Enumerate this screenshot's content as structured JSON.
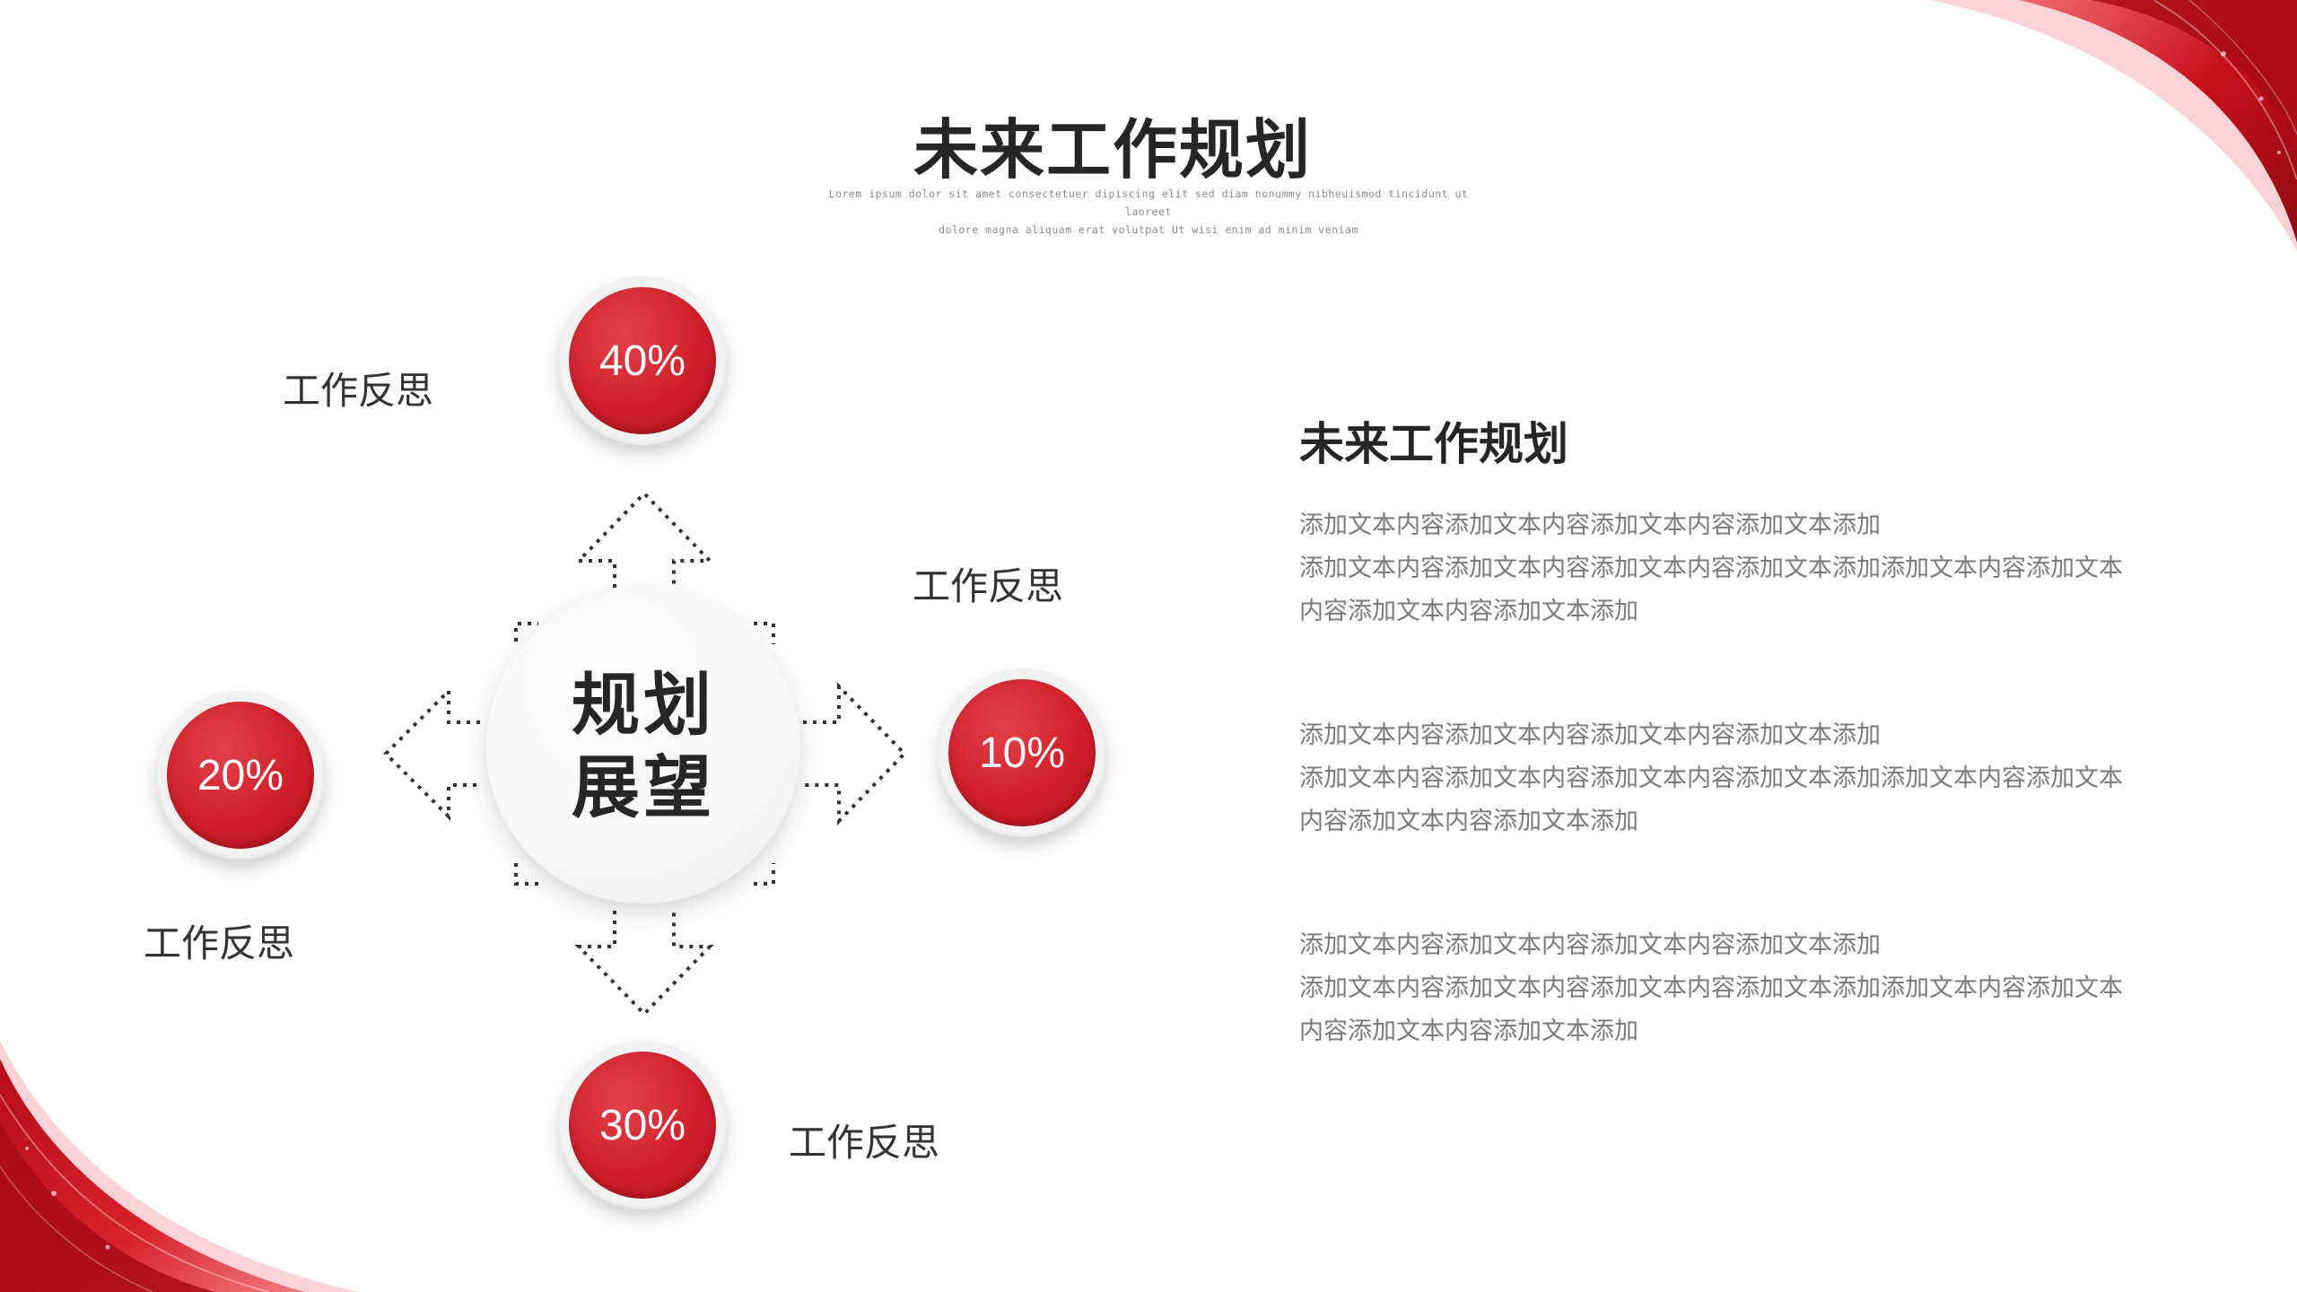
{
  "header": {
    "title": "未来工作规划",
    "subtitle_lines": [
      "Lorem ipsum dolor sit amet  consectetuer dipiscing elit sed diam nonummy nibheuismod tincidunt ut laoreet",
      "dolore magna aliquam erat volutpat Ut wisi enim ad minim veniam"
    ]
  },
  "diagram": {
    "center_lines": [
      "规划",
      "展望"
    ],
    "nodes": [
      {
        "id": "top",
        "value": "40%",
        "label": "工作反思"
      },
      {
        "id": "right",
        "value": "10%",
        "label": "工作反思"
      },
      {
        "id": "bottom",
        "value": "30%",
        "label": "工作反思"
      },
      {
        "id": "left",
        "value": "20%",
        "label": "工作反思"
      }
    ]
  },
  "right_panel": {
    "heading": "未来工作规划",
    "paragraphs": [
      [
        "添加文本内容添加文本内容添加文本内容添加文本添加",
        "添加文本内容添加文本内容添加文本内容添加文本添加添加文本内容添加文本",
        "内容添加文本内容添加文本添加"
      ],
      [
        "添加文本内容添加文本内容添加文本内容添加文本添加",
        "添加文本内容添加文本内容添加文本内容添加文本添加添加文本内容添加文本",
        "内容添加文本内容添加文本添加"
      ],
      [
        "添加文本内容添加文本内容添加文本内容添加文本添加",
        "添加文本内容添加文本内容添加文本内容添加文本添加添加文本内容添加文本",
        "内容添加文本内容添加文本添加"
      ]
    ]
  },
  "colors": {
    "accent_red": "#cf1f2a",
    "title_text": "#262626",
    "body_text": "#7a7a7a",
    "background": "#ffffff"
  }
}
